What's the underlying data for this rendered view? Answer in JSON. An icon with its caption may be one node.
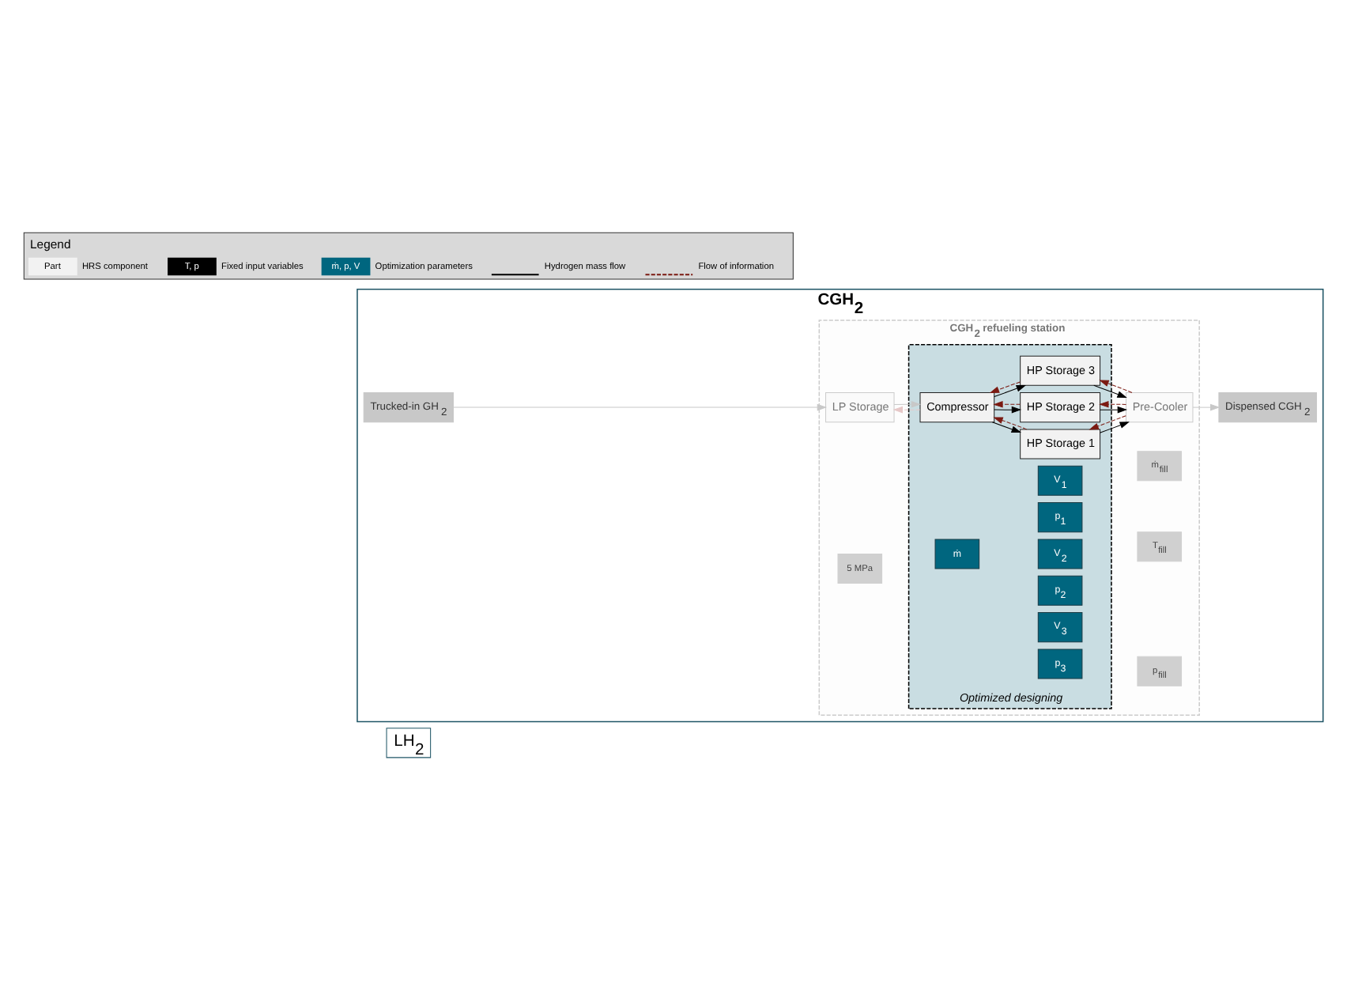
{
  "diagram": {
    "nodes": [
      {
        "text": [
          "LH$_{2}$"
        ]
      },
      {
        "text": [
          "CGH$_{2}$"
        ]
      },
      {
        "text": [
          "Trucked-in GH$_{2}$"
        ],
        "in": 1
      },
      {
        "text": [
          "Dispensed CGH$_{2}$"
        ],
        "in": 1
      },
      {
        "text": [
          "CGH$_{2}$ refueling station"
        ],
        "in": 1
      },
      {
        "text": [
          "LP Storage"
        ],
        "in": 4
      },
      {
        "text": [
          "5 MPa"
        ],
        "in": 4
      },
      {
        "text": [
          "Optimized designing"
        ],
        "in": 4
      },
      {
        "text": [
          "Compressor"
        ],
        "in": 7
      },
      {
        "text": [
          "ṁ"
        ],
        "in": 7
      },
      {
        "text": [
          "HP Storage 1"
        ],
        "in": 7
      },
      {
        "text": [
          "V$_{1}$"
        ],
        "in": 7
      },
      {
        "text": [
          "p$_{1}$"
        ],
        "in": 7
      },
      {
        "text": [
          "HP Storage 2"
        ],
        "in": 7
      },
      {
        "text": [
          "V$_{2}$"
        ],
        "in": 7
      },
      {
        "text": [
          "p$_{2}$"
        ],
        "in": 7
      },
      {
        "text": [
          "HP Storage 3"
        ],
        "in": 7
      },
      {
        "text": [
          "V$_{3}$"
        ],
        "in": 7
      },
      {
        "text": [
          "p$_{3}$"
        ],
        "in": 7
      },
      {
        "text": [
          "Pre-Cooler"
        ],
        "in": 4
      },
      {
        "text": [
          "ṁ$_{fill}$"
        ],
        "in": 4
      },
      {
        "text": [
          "T$_{fill}$"
        ],
        "in": 4
      },
      {
        "text": [
          "p$_{fill}$"
        ],
        "in": 4
      }
    ],
    "edges": [
      {
        "from": 2,
        "to": 5,
        "arrow": "to",
        "color": "#c8c8c8"
      },
      {
        "from": 5,
        "to": 8,
        "arrow": "to",
        "color": "#c8c8c8"
      },
      {
        "from": 8,
        "to": 5,
        "arrow": "to",
        "style": "dashed",
        "color": "#e6c8c8"
      },
      {
        "from": 8,
        "to": 10,
        "arrow": "to"
      },
      {
        "from": 8,
        "to": 13,
        "arrow": "to"
      },
      {
        "from": 8,
        "to": 16,
        "arrow": "to"
      },
      {
        "from": 10,
        "to": 19,
        "arrow": "to"
      },
      {
        "from": 13,
        "to": 19,
        "arrow": "to"
      },
      {
        "from": 16,
        "to": 19,
        "arrow": "to"
      },
      {
        "from": 19,
        "to": 10,
        "arrow": "to",
        "style": "dashed",
        "color": "#7b1a12"
      },
      {
        "from": 19,
        "to": 13,
        "arrow": "to",
        "style": "dashed",
        "color": "#7b1a12"
      },
      {
        "from": 19,
        "to": 16,
        "arrow": "to",
        "style": "dashed",
        "color": "#7b1a12"
      },
      {
        "from": 10,
        "to": 8,
        "arrow": "to",
        "style": "dashed",
        "color": "#7b1a12"
      },
      {
        "from": 13,
        "to": 8,
        "arrow": "to",
        "style": "dashed",
        "color": "#7b1a12"
      },
      {
        "from": 16,
        "to": 8,
        "arrow": "to",
        "style": "dashed",
        "color": "#7b1a12"
      },
      {
        "from": 19,
        "to": 3,
        "arrow": "to",
        "color": "#c8c8c8"
      }
    ],
    "labels": [
      "Legend",
      "Part",
      "T, p",
      "ṁ, p, V"
    ],
    "legend": [
      {
        "text": "HRS component",
        "color": "#f2f2f2"
      },
      {
        "text": "Fixed input variables",
        "color": "#000000"
      },
      {
        "text": "Optimization parameters",
        "color": "#00667f"
      },
      {
        "text": "Hydrogen mass flow"
      },
      {
        "text": "Flow of information"
      }
    ]
  }
}
